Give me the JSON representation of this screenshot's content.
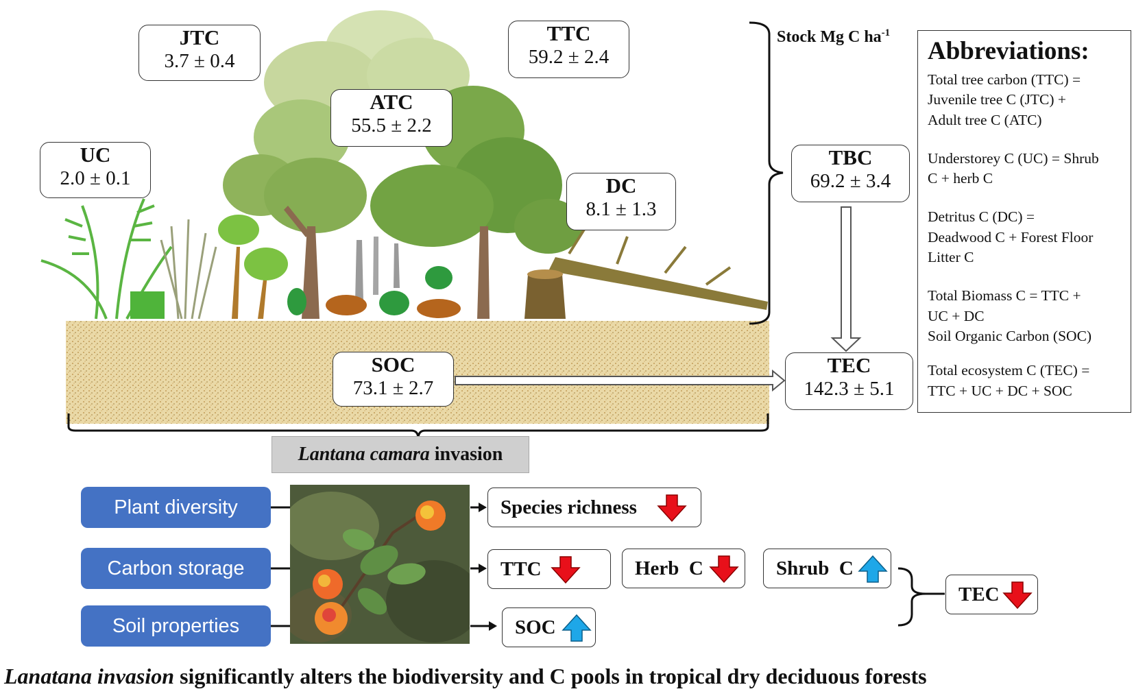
{
  "title": "Lanatana invasion significantly alters the biodiversity and C pools in tropical dry deciduous forests",
  "title_italic_part": "Lanatana invasion",
  "title_rest": " significantly alters the biodiversity and C pools in tropical dry deciduous forests",
  "stock_label": "Stock Mg C ha",
  "stock_unit_exp": "-1",
  "pools": {
    "jtc": {
      "name": "JTC",
      "value": "3.7 ± 0.4"
    },
    "ttc": {
      "name": "TTC",
      "value": "59.2 ± 2.4"
    },
    "atc": {
      "name": "ATC",
      "value": "55.5 ± 2.2"
    },
    "uc": {
      "name": "UC",
      "value": "2.0 ± 0.1"
    },
    "dc": {
      "name": "DC",
      "value": "8.1 ± 1.3"
    },
    "tbc": {
      "name": "TBC",
      "value": "69.2 ± 3.4"
    },
    "soc": {
      "name": "SOC",
      "value": "73.1 ± 2.7"
    },
    "tec": {
      "name": "TEC",
      "value": "142.3 ± 5.1"
    }
  },
  "abbreviations": {
    "heading": "Abbreviations:",
    "items": [
      "Total tree carbon (TTC) =\nJuvenile tree C (JTC) +\nAdult tree C (ATC)",
      "Understorey C (UC) = Shrub\nC + herb C",
      "Detritus C (DC) =\nDeadwood C + Forest Floor\nLitter C",
      "Total Biomass C = TTC +\nUC + DC\nSoil Organic Carbon (SOC)",
      "Total ecosystem C (TEC) =\nTTC + UC + DC + SOC"
    ]
  },
  "invasion_label": {
    "italic": "Lantana camara",
    "rest": " invasion"
  },
  "categories": [
    {
      "label": "Plant diversity"
    },
    {
      "label": "Carbon storage"
    },
    {
      "label": "Soil properties"
    }
  ],
  "effects": {
    "species_richness": {
      "label": "Species richness",
      "direction": "decrease"
    },
    "ttc": {
      "label": "TTC",
      "direction": "decrease"
    },
    "herb_c": {
      "label": "Herb  C",
      "direction": "decrease"
    },
    "shrub_c": {
      "label": "Shrub  C",
      "direction": "increase"
    },
    "soc": {
      "label": "SOC",
      "direction": "increase"
    },
    "tec": {
      "label": "TEC",
      "direction": "decrease"
    }
  },
  "colors": {
    "decrease": "#e8101a",
    "increase": "#1ea7e8",
    "category_box": "#4472c4",
    "soil": "#e8d7a6"
  }
}
